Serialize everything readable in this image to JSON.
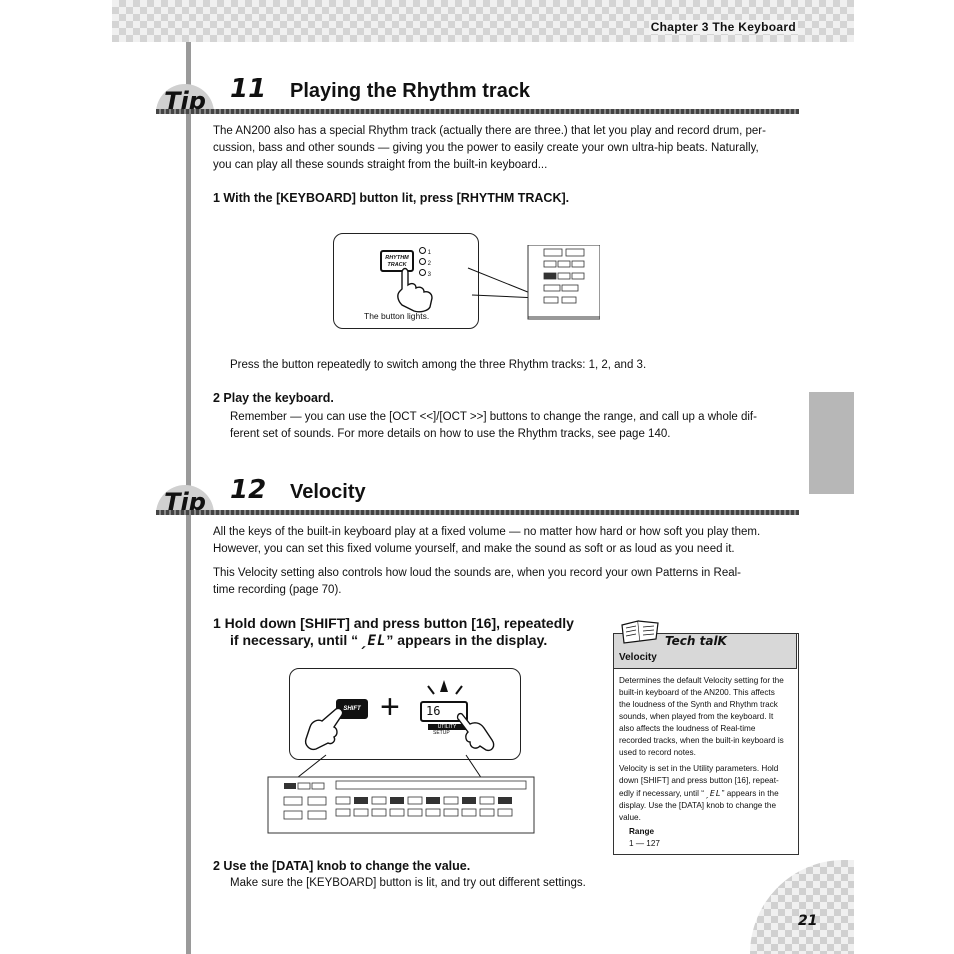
{
  "header": {
    "chapter": "Chapter 3  The Keyboard"
  },
  "page_number": "21",
  "tip11": {
    "badge": "Tip",
    "number": "11",
    "title": "Playing the Rhythm track",
    "intro": [
      "The AN200 also has a special Rhythm track (actually there are three.) that let you play and record drum, per-",
      "cussion, bass and other sounds — giving you the power to easily create your own ultra-hip beats.  Naturally,",
      "you can play all these sounds straight from the built-in keyboard..."
    ],
    "step1": "1  With the [KEYBOARD] button lit, press [RHYTHM TRACK].",
    "figure": {
      "button_label_1": "RHYTHM",
      "button_label_2": "TRACK",
      "led_labels": [
        "1",
        "2",
        "3"
      ],
      "caption": "The button lights."
    },
    "step1_note": "Press the button repeatedly to switch among the three Rhythm tracks: 1, 2, and 3.",
    "step2": "2  Play the keyboard.",
    "step2_text": [
      "Remember — you can use the [OCT <<]/[OCT >>] buttons to change the range, and call up a whole dif-",
      "ferent set of sounds.  For more details on how to use the Rhythm tracks, see page 140."
    ]
  },
  "tip12": {
    "badge": "Tip",
    "number": "12",
    "title": "Velocity",
    "intro1": [
      "All the keys of the built-in keyboard play at a fixed volume — no matter how hard or how soft you play them.",
      "However, you can set this fixed volume yourself, and make the sound as soft or as loud as you need it."
    ],
    "intro2": [
      "This Velocity setting also controls how loud the sounds are, when you record your own Patterns in Real-",
      "time recording (page 70)."
    ],
    "step1_line1": "1  Hold down [SHIFT] and press button [16], repeatedly",
    "step1_line2_pre": "if necessary, until “",
    "step1_lcd": "ˏEL",
    "step1_line2_post": "” appears in the display.",
    "figure": {
      "shift_label": "SHIFT",
      "plus": "+",
      "key_label": "16",
      "utility_label": "UTILITY",
      "setup_label": "SETUP"
    },
    "step2": "2  Use the [DATA] knob to change the value.",
    "step2_text": "Make sure the [KEYBOARD] button is lit, and try out different settings."
  },
  "techtalk": {
    "label": "Tech talK",
    "subject": "Velocity",
    "para1": [
      "Determines the default Velocity setting for the",
      "built-in keyboard of the AN200.  This affects",
      "the loudness of the Synth and Rhythm track",
      "sounds, when played from the keyboard.  It",
      "also affects the loudness of Real-time",
      "recorded tracks, when the built-in keyboard is",
      "used to record notes."
    ],
    "para2_l1": "Velocity is set in the Utility parameters.  Hold",
    "para2_l2": "down [SHIFT] and press button [16], repeat-",
    "para2_l3_pre": "edly if necessary, until “",
    "para2_lcd": "ˏEL",
    "para2_l3_post": "” appears in the",
    "para2_l4": "display.  Use the [DATA] knob to change the",
    "para2_l5": "value.",
    "range_label": "Range",
    "range_value": "1 — 127"
  }
}
